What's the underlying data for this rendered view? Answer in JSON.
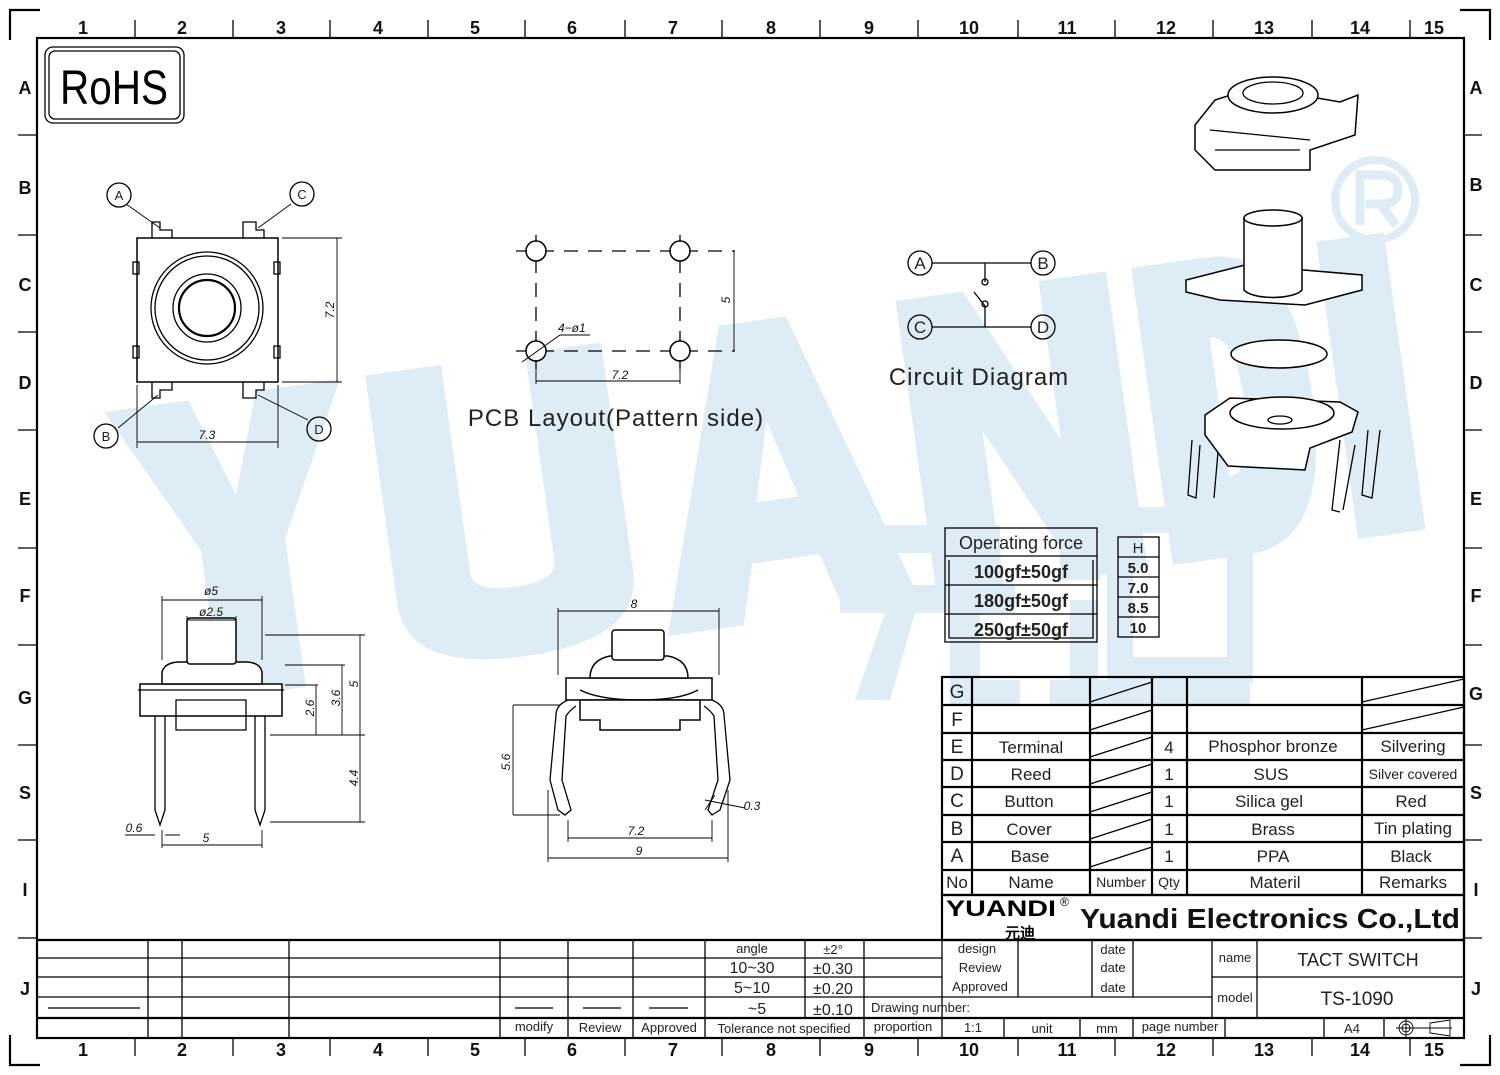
{
  "border": {
    "columns": [
      "1",
      "2",
      "3",
      "4",
      "5",
      "6",
      "7",
      "8",
      "9",
      "10",
      "11",
      "12",
      "13",
      "14",
      "15"
    ],
    "rows": [
      "A",
      "B",
      "C",
      "D",
      "E",
      "F",
      "G",
      "S",
      "I",
      "J"
    ]
  },
  "rohs": "RoHS",
  "watermark": {
    "brand": "YUANDI",
    "chinese": "元迪",
    "registered": "®"
  },
  "top_view": {
    "pins": [
      "A",
      "B",
      "C",
      "D"
    ],
    "dim_width": "7.3",
    "dim_height": "7.2"
  },
  "pcb_layout": {
    "title": "PCB Layout(Pattern side)",
    "hole_note": "4−ø1",
    "dim_width": "7.2",
    "dim_height": "5"
  },
  "circuit": {
    "title": "Circuit Diagram",
    "nodes": [
      "A",
      "B",
      "C",
      "D"
    ]
  },
  "side_view": {
    "dia_outer": "ø5",
    "dia_inner": "ø2.5",
    "h_total": "5",
    "h_cap": "3.6",
    "h_body": "2.6",
    "h_leg": "4.4",
    "leg_width": "0.6",
    "leg_pitch": "5"
  },
  "front_view": {
    "width_top": "8",
    "height": "5.6",
    "leg_thick": "0.3",
    "pitch": "7.2",
    "width_total": "9"
  },
  "force_table": {
    "header": "Operating force",
    "values": [
      "100gf±50gf",
      "180gf±50gf",
      "250gf±50gf"
    ]
  },
  "height_table": {
    "header": "H",
    "values": [
      "5.0",
      "7.0",
      "8.5",
      "10"
    ]
  },
  "bom": {
    "rows": [
      {
        "no": "G",
        "name": "",
        "qty": "",
        "material": "",
        "remarks": ""
      },
      {
        "no": "F",
        "name": "",
        "qty": "",
        "material": "",
        "remarks": ""
      },
      {
        "no": "E",
        "name": "Terminal",
        "qty": "4",
        "material": "Phosphor bronze",
        "remarks": "Silvering"
      },
      {
        "no": "D",
        "name": "Reed",
        "qty": "1",
        "material": "SUS",
        "remarks": "Silver covered"
      },
      {
        "no": "C",
        "name": "Button",
        "qty": "1",
        "material": "Silica gel",
        "remarks": "Red"
      },
      {
        "no": "B",
        "name": "Cover",
        "qty": "1",
        "material": "Brass",
        "remarks": "Tin plating"
      },
      {
        "no": "A",
        "name": "Base",
        "qty": "1",
        "material": "PPA",
        "remarks": "Black"
      }
    ],
    "header": {
      "no": "No",
      "name": "Name",
      "number": "Number",
      "qty": "Qty",
      "material": "Materil",
      "remarks": "Remarks"
    }
  },
  "company": {
    "logo": "YUANDI",
    "logo_cn": "元迪",
    "logo_reg": "®",
    "name": "Yuandi Electronics Co.,Ltd"
  },
  "title_block": {
    "revision_labels": {
      "modify": "modify",
      "review": "Review",
      "approved": "Approved"
    },
    "tolerance": [
      {
        "range": "angle",
        "value": "±2°"
      },
      {
        "range": "10~30",
        "value": "±0.30"
      },
      {
        "range": "5~10",
        "value": "±0.20"
      },
      {
        "range": "~5",
        "value": "±0.10"
      }
    ],
    "tolerance_label": "Tolerance not specified",
    "design": "design",
    "review": "Review",
    "approved": "Approved",
    "date": "date",
    "drawing_number": "Drawing number:",
    "proportion_label": "proportion",
    "proportion": "1:1",
    "unit_label": "unit",
    "unit": "mm",
    "page_number_label": "page number",
    "paper": "A4",
    "name_label": "name",
    "name": "TACT SWITCH",
    "model_label": "model",
    "model": "TS-1090"
  }
}
